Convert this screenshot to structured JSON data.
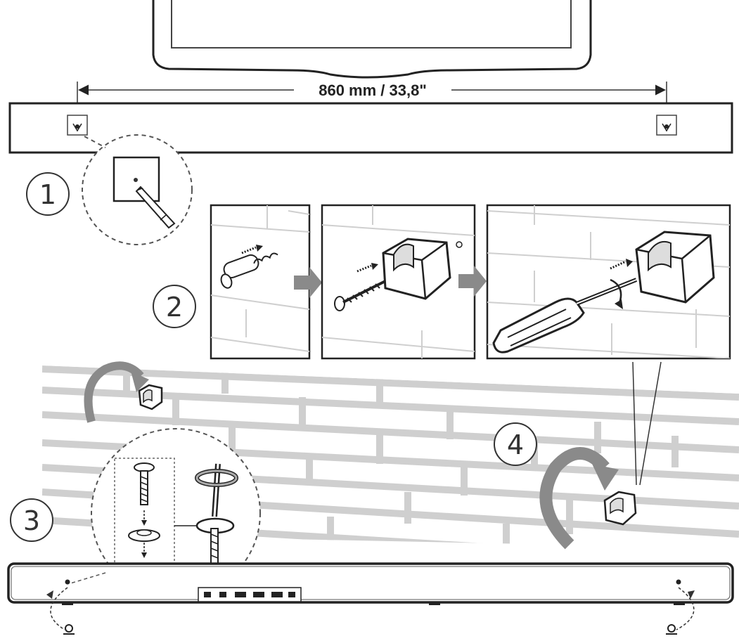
{
  "dimension_label": "860 mm / 33,8\"",
  "steps": {
    "one": "1",
    "two": "2",
    "three": "3",
    "four": "4"
  },
  "colors": {
    "line": "#222222",
    "arrow_gray": "#8a8a8a",
    "brick_line": "#c9c9c9",
    "circle_dash": "#555555"
  },
  "icons": [
    "tv-outline",
    "mounting-template",
    "pencil-icon",
    "wall-anchor-icon",
    "screw-icon",
    "bracket-icon",
    "screwdriver-icon",
    "rotate-arrow-icon",
    "soundbar",
    "washer-icon"
  ]
}
